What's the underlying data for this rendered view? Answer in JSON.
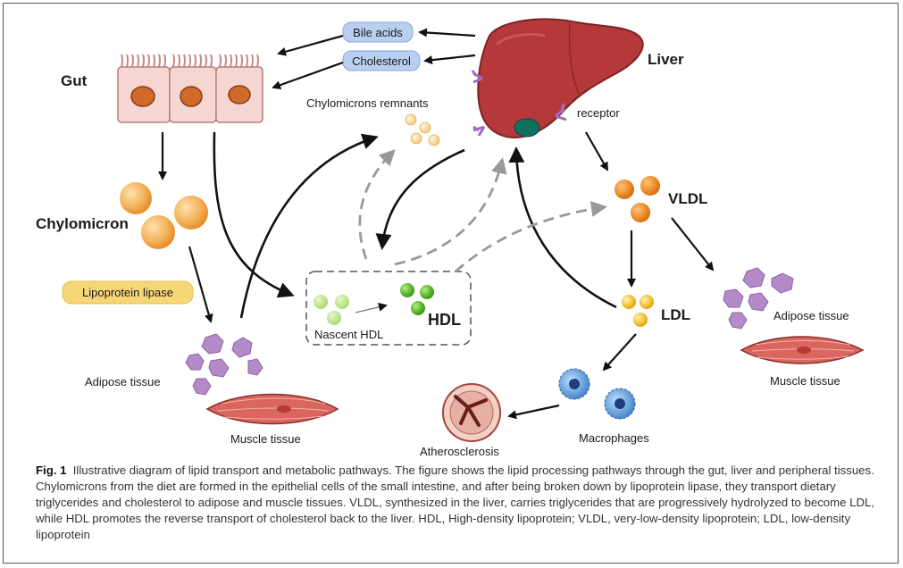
{
  "labels": {
    "gut": "Gut",
    "liver": "Liver",
    "bile_acids": "Bile acids",
    "cholesterol": "Cholesterol",
    "chylomicrons_remnants": "Chylomicrons remnants",
    "receptor": "receptor",
    "chylomicron": "Chylomicron",
    "lipoprotein_lipase": "Lipoprotein lipase",
    "nascent_hdl": "Nascent HDL",
    "hdl": "HDL",
    "vldl": "VLDL",
    "ldl": "LDL",
    "adipose_tissue_left": "Adipose tissue",
    "muscle_tissue_left": "Muscle tissue",
    "adipose_tissue_right": "Adipose tissue",
    "muscle_tissue_right": "Muscle tissue",
    "macrophages": "Macrophages",
    "atherosclerosis": "Atherosclerosis"
  },
  "caption": {
    "label": "Fig. 1",
    "text": "Illustrative diagram of lipid transport and metabolic pathways. The figure shows the lipid processing pathways through the gut, liver and peripheral tissues. Chylomicrons from the diet are formed in the epithelial cells of the small intestine, and after being broken down by lipoprotein lipase, they transport dietary triglycerides and cholesterol to adipose and muscle tissues. VLDL, synthesized in the liver, carries triglycerides that are progressively hydrolyzed to become LDL, while HDL promotes the reverse transport of cholesterol back to the liver. HDL, High-density lipoprotein; VLDL, very-low-density lipoprotein; LDL, low-density lipoprotein"
  },
  "colors": {
    "liver": "#b5393a",
    "orange_particle": "#f0a640",
    "green_particle": "#6cbf3c",
    "adipose": "#b48ac8",
    "muscle": "#d9665f",
    "pill_blue": "#b9cff0",
    "pill_yellow": "#f6d778",
    "macrophage": "#4a88d0"
  }
}
